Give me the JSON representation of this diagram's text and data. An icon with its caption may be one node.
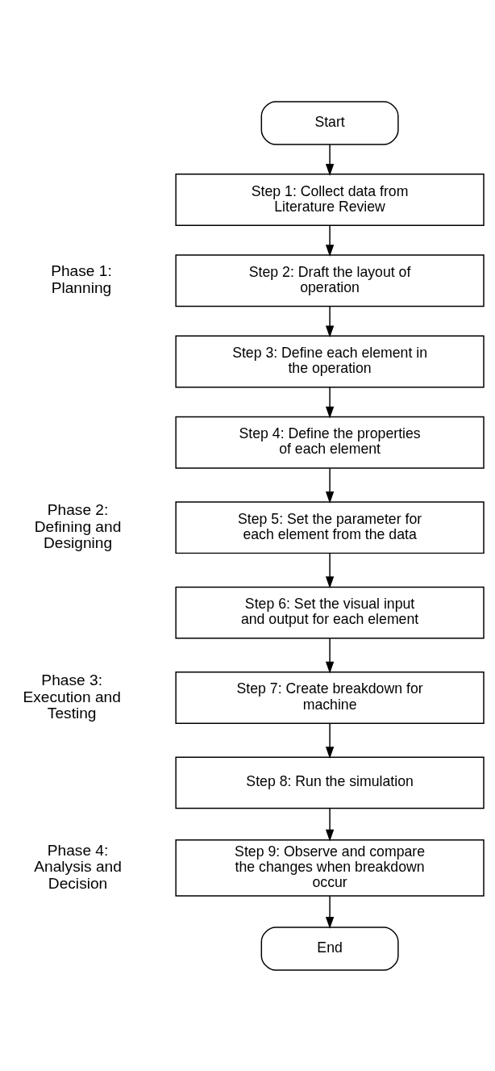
{
  "diagram": {
    "nodes": [
      {
        "text": [
          "Start"
        ]
      },
      {
        "text": [
          "Step 1: Collect data from Literature Review"
        ]
      },
      {
        "text": [
          "Step 2: Draft the layout of operation"
        ]
      },
      {
        "text": [
          "Step 3: Define each element in the operation"
        ]
      },
      {
        "text": [
          "Step 4: Define the properties of each element"
        ]
      },
      {
        "text": [
          "Step 5: Set the parameter for each element from the data"
        ]
      },
      {
        "text": [
          "Step 6: Set the visual input and output for each element"
        ]
      },
      {
        "text": [
          "Step 7: Create breakdown for machine"
        ]
      },
      {
        "text": [
          "Step 8: Run the simulation"
        ]
      },
      {
        "text": [
          "Step 9: Observe and compare the changes when breakdown occur"
        ]
      },
      {
        "text": [
          "End"
        ]
      }
    ],
    "edges": [
      {
        "from": 0,
        "to": 1,
        "arrow": "to"
      },
      {
        "from": 1,
        "to": 2,
        "arrow": "to"
      },
      {
        "from": 2,
        "to": 3,
        "arrow": "to"
      },
      {
        "from": 3,
        "to": 4,
        "arrow": "to"
      },
      {
        "from": 4,
        "to": 5,
        "arrow": "to"
      },
      {
        "from": 5,
        "to": 6,
        "arrow": "to"
      },
      {
        "from": 6,
        "to": 7,
        "arrow": "to"
      },
      {
        "from": 7,
        "to": 8,
        "arrow": "to"
      },
      {
        "from": 8,
        "to": 9,
        "arrow": "to"
      },
      {
        "from": 9,
        "to": 10,
        "arrow": "to"
      }
    ],
    "labels": [
      "Phase 1: Planning",
      "Phase 2: Defining and Designing",
      "Phase 3: Execution and Testing",
      "Phase 4: Analysis and Decision"
    ]
  }
}
